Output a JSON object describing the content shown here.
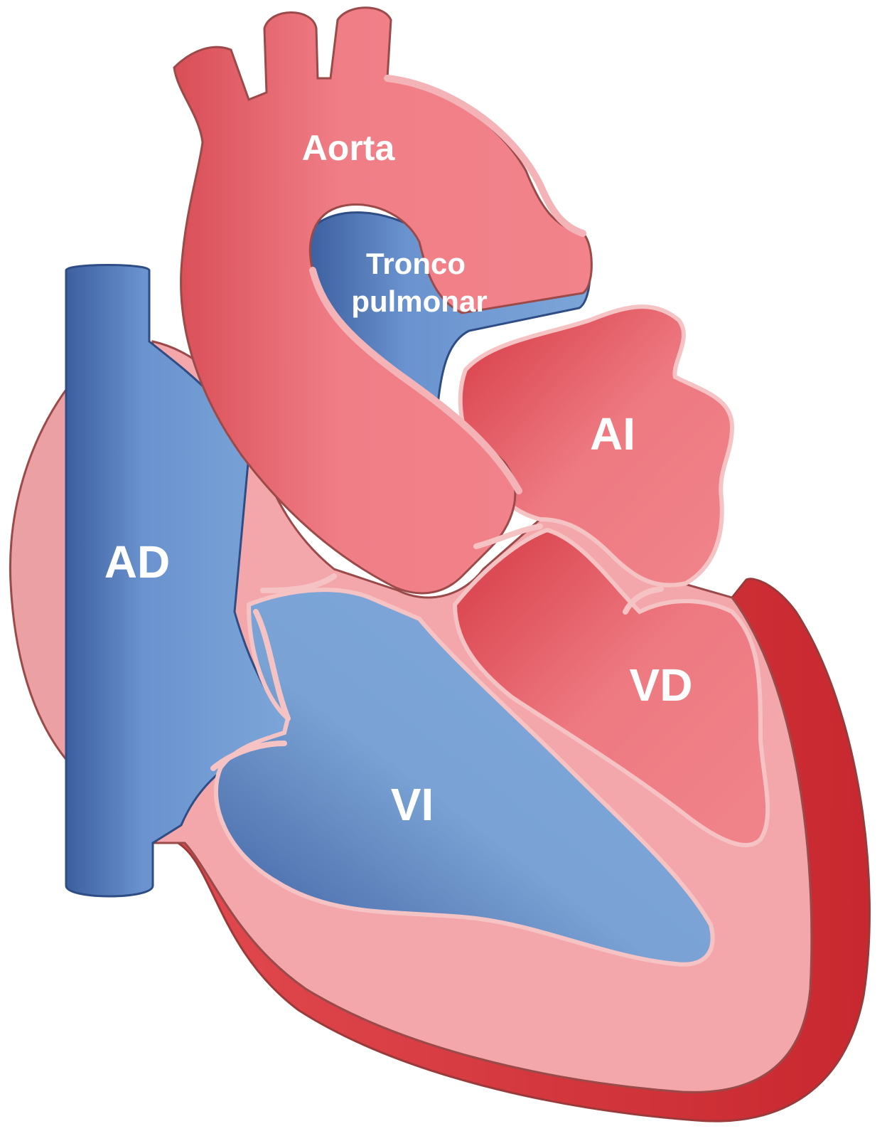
{
  "labels": {
    "aorta": "Aorta",
    "pulmonary_trunk_line1": "Tronco",
    "pulmonary_trunk_line2": "pulmonar",
    "left_atrium": "AI",
    "right_atrium": "AD",
    "right_ventricle": "VD",
    "left_ventricle": "VI"
  },
  "colors": {
    "red_vessel": "#ef7a83",
    "red_dark": "#d9434b",
    "blue_vessel": "#7aa2d4",
    "blue_dark": "#3a5fa0",
    "wall_pink": "#f4a8ab",
    "outline": "#9b4a4a"
  }
}
